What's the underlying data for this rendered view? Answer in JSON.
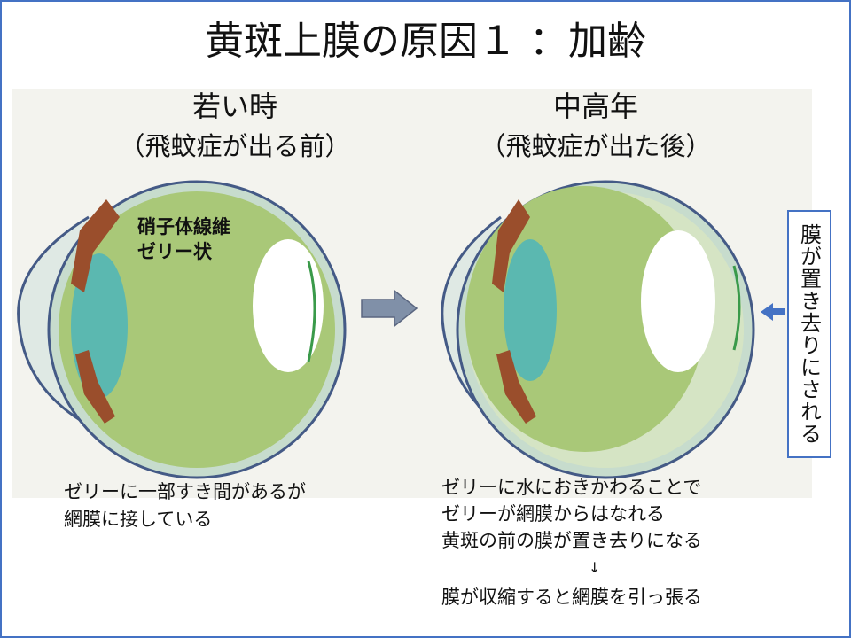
{
  "title": "黄斑上膜の原因１ ：加齢",
  "left_panel": {
    "heading": "若い時",
    "subheading": "（飛蚊症が出る前）",
    "label_line1": "硝子体線維",
    "label_line2": "ゼリー状",
    "caption": [
      "ゼリーに一部すき間があるが",
      "網膜に接している"
    ]
  },
  "right_panel": {
    "heading": "中高年",
    "subheading": "（飛蚊症が出た後）",
    "caption": [
      "ゼリーに水におきかわることで",
      "ゼリーが網膜からはなれる",
      "黄斑の前の膜が置き去りになる",
      "↓",
      "膜が収縮すると網膜を引っ張る"
    ],
    "callout": "膜が置き去りにされる"
  },
  "colors": {
    "accent": "#4472c4",
    "vitreous": "#a9c878",
    "lens": "#5bb8b0",
    "iris": "#9a4e2c"
  }
}
